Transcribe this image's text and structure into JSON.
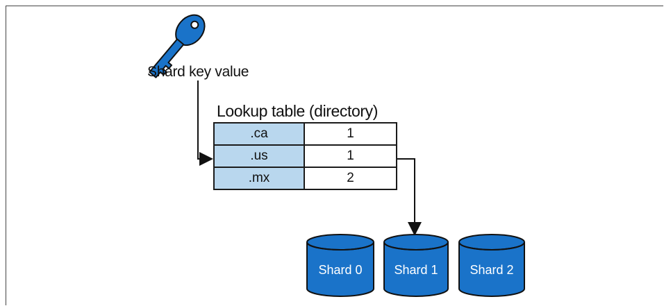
{
  "key": {
    "label": "Shard key value",
    "icon": "key-icon",
    "color": "#1a73c9"
  },
  "lookup_table": {
    "title": "Lookup table (directory)",
    "rows": [
      {
        "key": ".ca",
        "value": "1"
      },
      {
        "key": ".us",
        "value": "1"
      },
      {
        "key": ".mx",
        "value": "2"
      }
    ],
    "key_color": "#b9d7ee"
  },
  "shards": [
    {
      "label": "Shard 0"
    },
    {
      "label": "Shard 1"
    },
    {
      "label": "Shard 2"
    }
  ],
  "colors": {
    "shard_fill": "#1a73c9",
    "shard_top": "#1a73c9",
    "line": "#111111"
  }
}
